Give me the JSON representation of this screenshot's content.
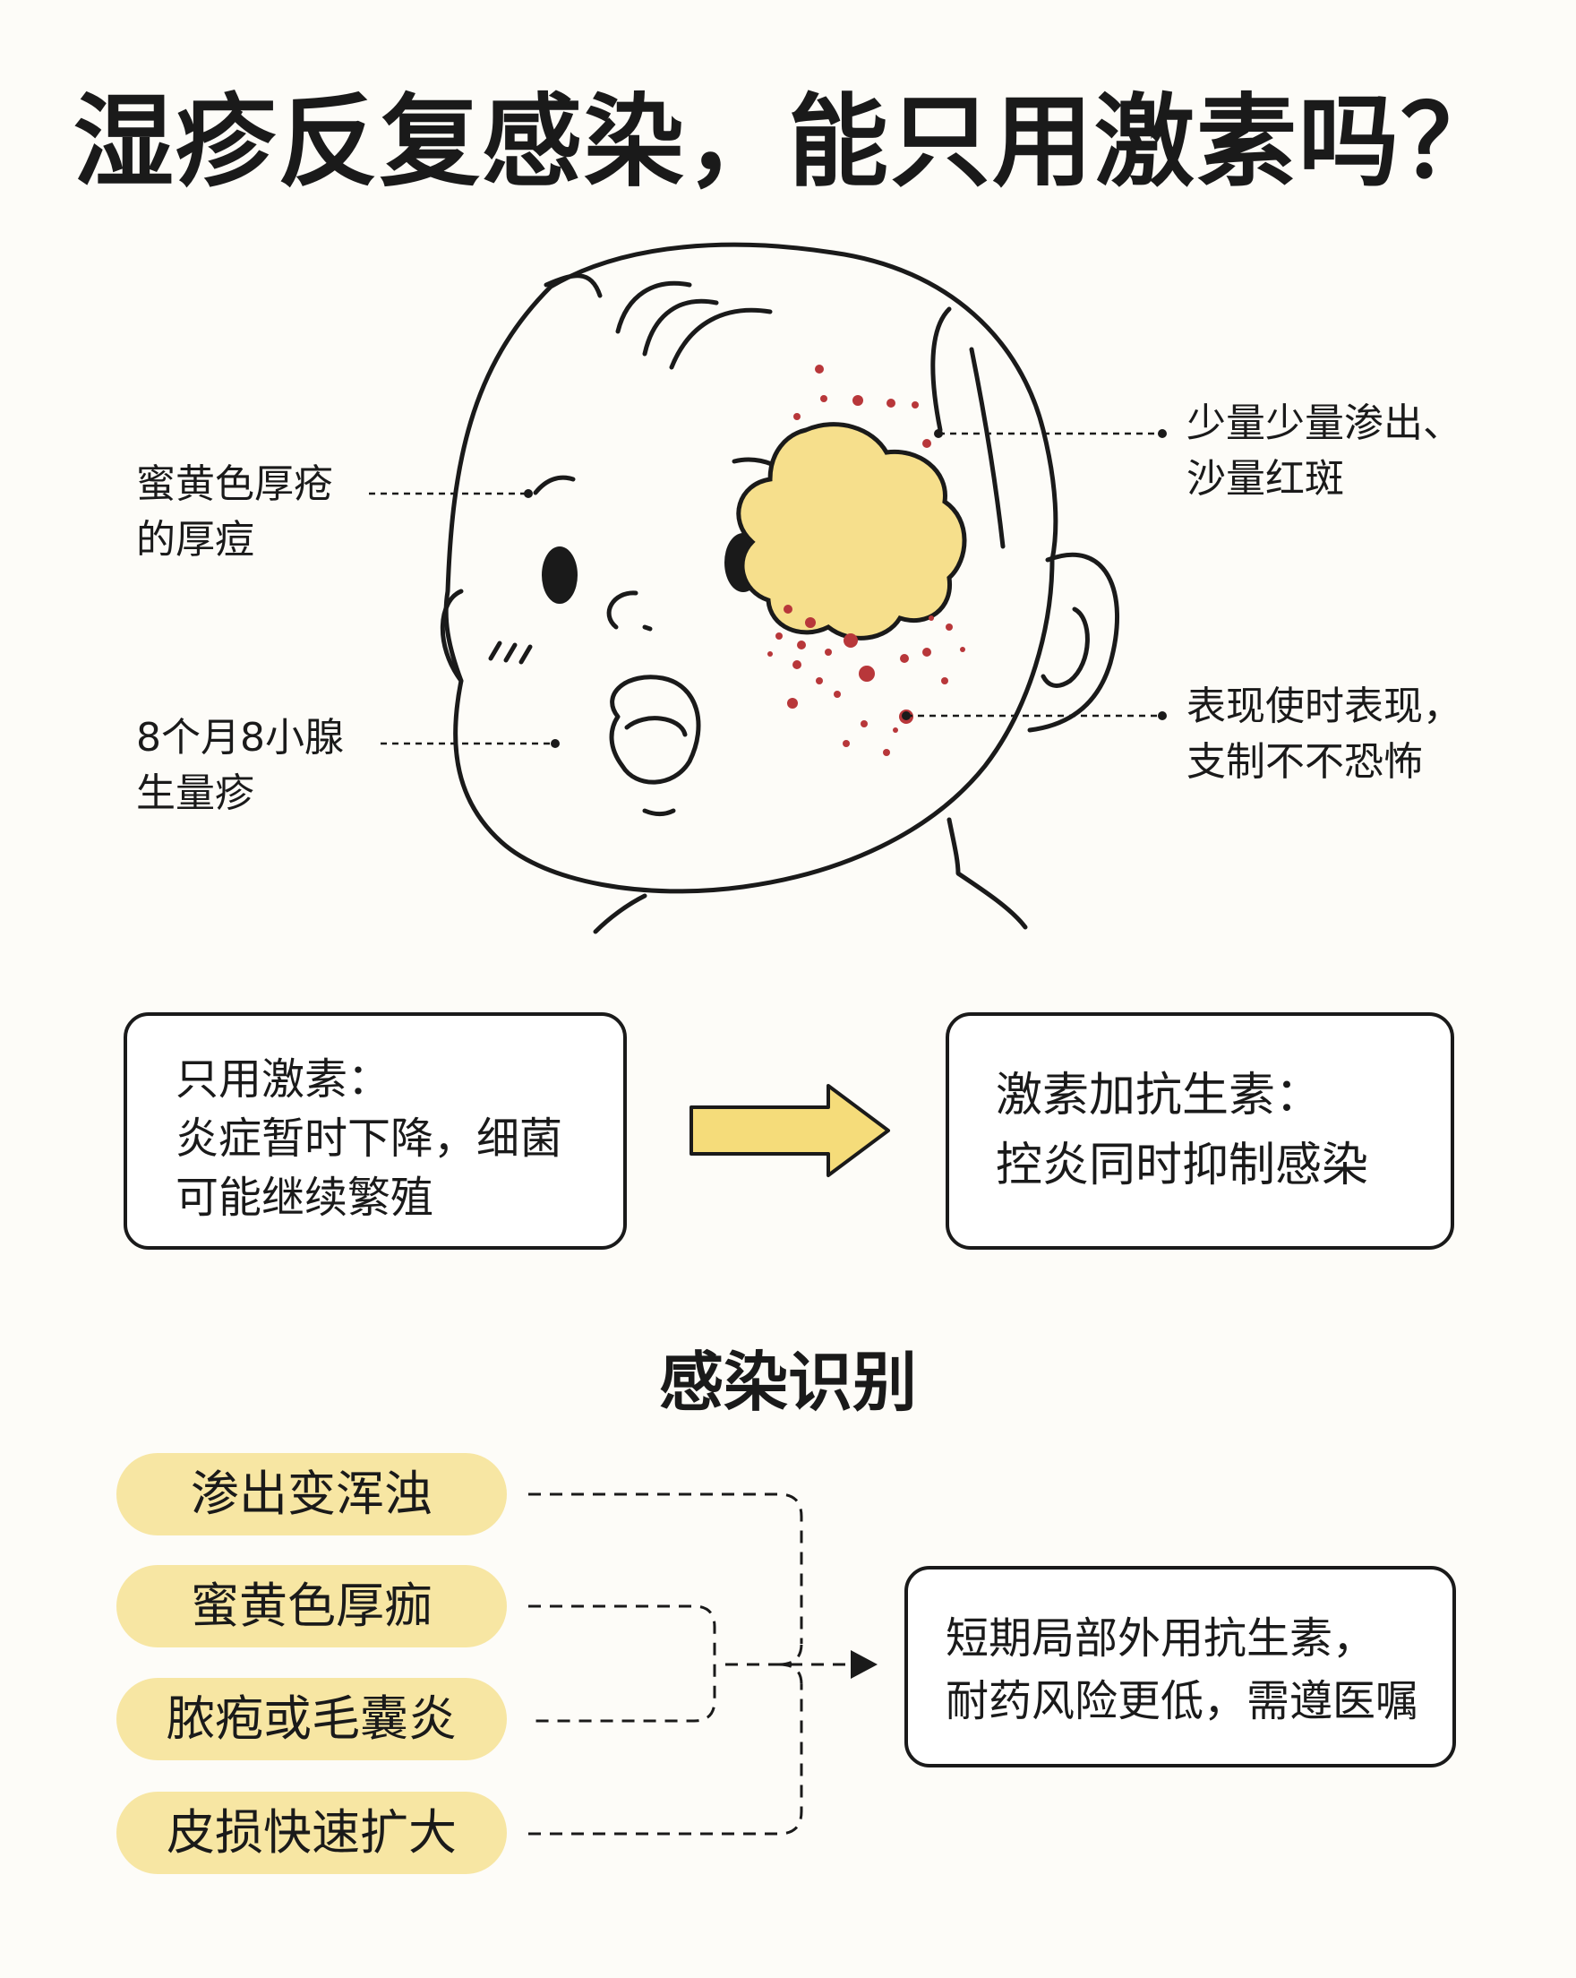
{
  "title": "湿疹反复感染，能只用激素吗？",
  "callouts": {
    "left_top": [
      "蜜黄色厚疮",
      "的厚痘"
    ],
    "left_bottom": [
      "8个月8小腺",
      "生量疹"
    ],
    "right_top": [
      "少量少量渗出、",
      "沙量红斑"
    ],
    "right_bottom": [
      "表现使时表现，",
      "支制不不恐怖"
    ]
  },
  "comparison": {
    "left_box": [
      "只用激素：",
      "炎症暂时下降，细菌",
      "可能继续繁殖"
    ],
    "right_box": [
      "激素加抗生素：",
      "控炎同时抑制感染"
    ]
  },
  "section_title": "感染识别",
  "signs": [
    "渗出变浑浊",
    "蜜黄色厚痂",
    "脓疱或毛囊炎",
    "皮损快速扩大"
  ],
  "result_box": [
    "短期局部外用抗生素，",
    "耐药风险更低，需遵医嘱"
  ],
  "colors": {
    "crust_yellow": "#f6df8c",
    "pill_yellow": "#f7e6a3",
    "arrow_yellow": "#f5dc7a",
    "rash_red": "#b8373a",
    "ink": "#1a1a1a"
  }
}
